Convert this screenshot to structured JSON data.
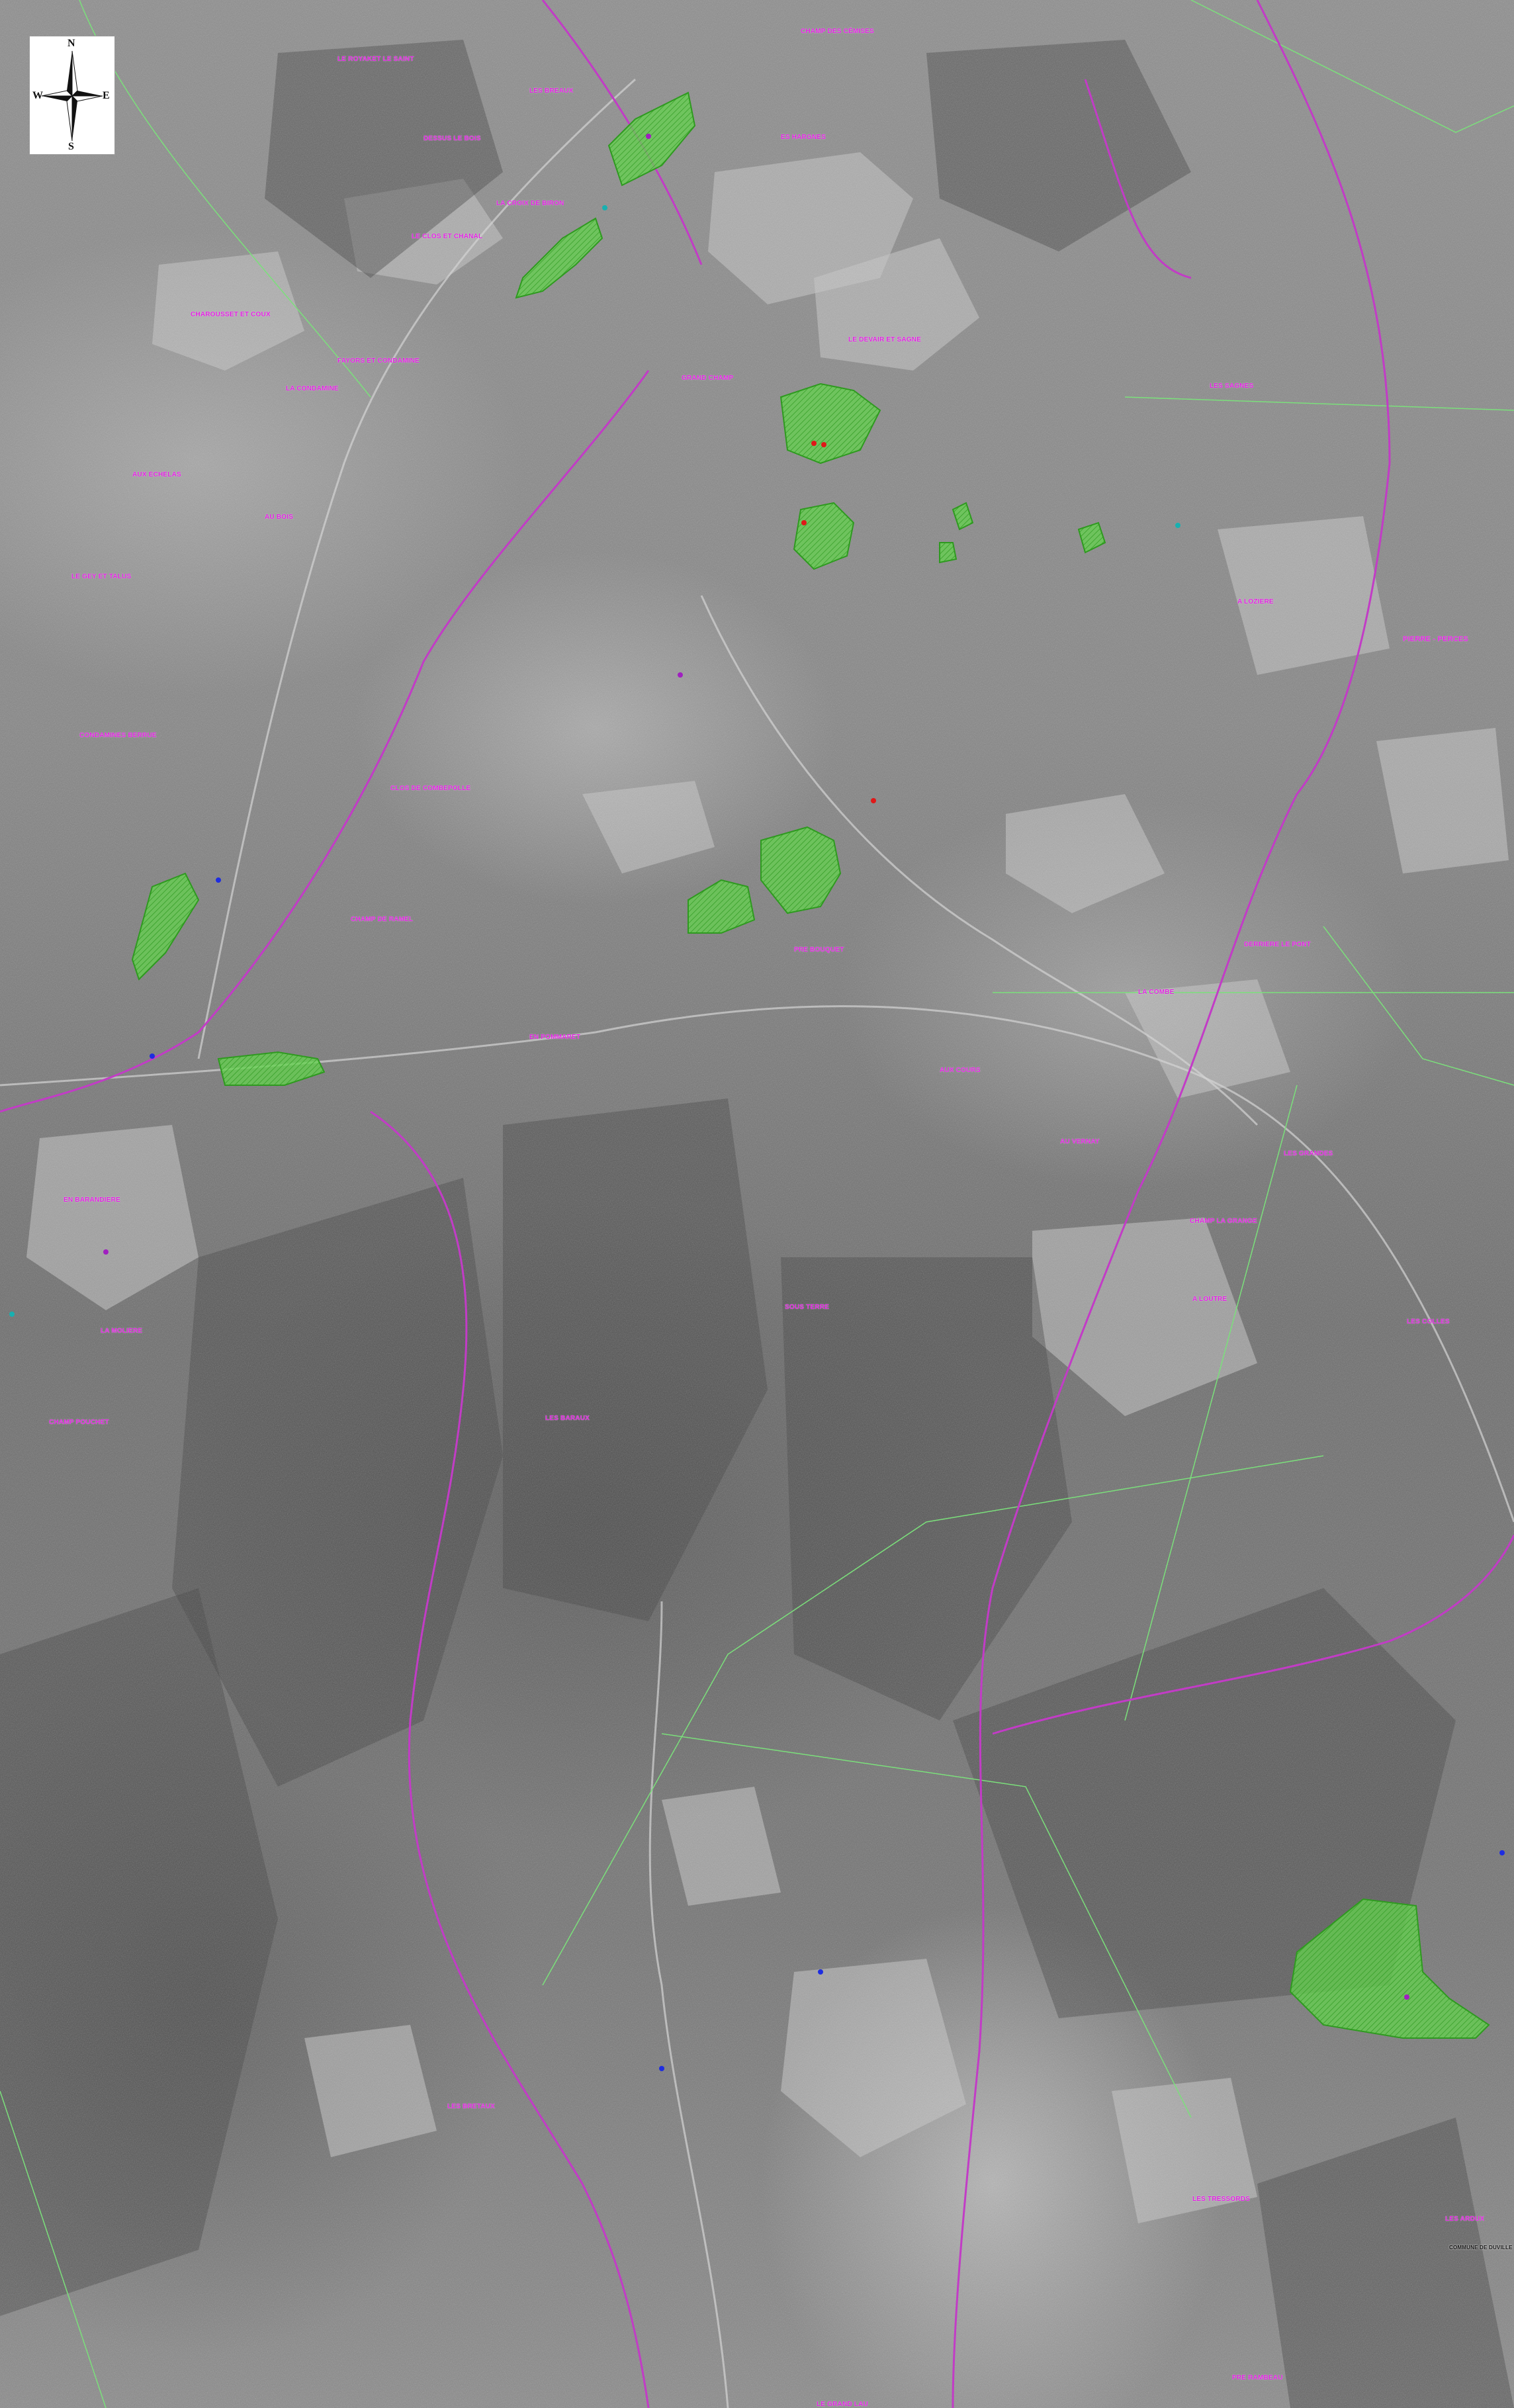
{
  "compass": {
    "north": "N",
    "south": "S",
    "east": "E",
    "west": "W"
  },
  "colors": {
    "zone_fill": "#5fd14a",
    "zone_stroke": "#2e9a1f",
    "boundary": "#c23cc6",
    "lines": "#7be07b",
    "labels": "#e020e0",
    "marker_red": "#e01818",
    "marker_blue": "#1e2de0",
    "marker_purple": "#a020c0",
    "marker_cyan": "#18b0b0"
  },
  "places": [
    {
      "name": "LE ROYAKET LE SAINT"
    },
    {
      "name": "CHAMP DES CÉMISES"
    },
    {
      "name": "LES BREAUX"
    },
    {
      "name": "DESSUS LE BOIS"
    },
    {
      "name": "ES HARGNES"
    },
    {
      "name": "LA CROIX DE BIRON"
    },
    {
      "name": "LE CLOS ET CHANAL"
    },
    {
      "name": "CHAROUSSET ET COUX"
    },
    {
      "name": "FAYORS ET CONDAMINE"
    },
    {
      "name": "LA CONDAMINE"
    },
    {
      "name": "AUX ECHELAS"
    },
    {
      "name": "LE GEY ET TALUS"
    },
    {
      "name": "CONDAMINES BERRUE"
    },
    {
      "name": "GRAND CHAMP"
    },
    {
      "name": "LE DEVAIR ET SAGNE"
    },
    {
      "name": "LES SAGNES"
    },
    {
      "name": "PIERRE - PERCES"
    },
    {
      "name": "A LOZIERE"
    },
    {
      "name": "CLOS DE COMBEPOLLE"
    },
    {
      "name": "CHAMP DE RAMEL"
    },
    {
      "name": "PRE BOUQUET"
    },
    {
      "name": "EN POMMARET"
    },
    {
      "name": "AUX COURS"
    },
    {
      "name": "AU VERNAY"
    },
    {
      "name": "CHAMP LA GRANGE"
    },
    {
      "name": "A LOUTRE"
    },
    {
      "name": "LES COLLES"
    },
    {
      "name": "EN BARANDIERE"
    },
    {
      "name": "LA MOLIERE"
    },
    {
      "name": "CHAMP POUCHET"
    },
    {
      "name": "SOUS TERRE"
    },
    {
      "name": "LES BARAUX"
    },
    {
      "name": "LES BRETAUX"
    },
    {
      "name": "LE GRAND LAU"
    },
    {
      "name": "PRE RAMBEAU"
    },
    {
      "name": "LES TRESSORDS"
    },
    {
      "name": "LES ARDUX"
    },
    {
      "name": "COMMUNE DE DUVILLE"
    },
    {
      "name": "DERRIERE LE PONT"
    },
    {
      "name": "LA COMBE"
    },
    {
      "name": "LES GRANDES"
    },
    {
      "name": "AU BOIS"
    }
  ]
}
